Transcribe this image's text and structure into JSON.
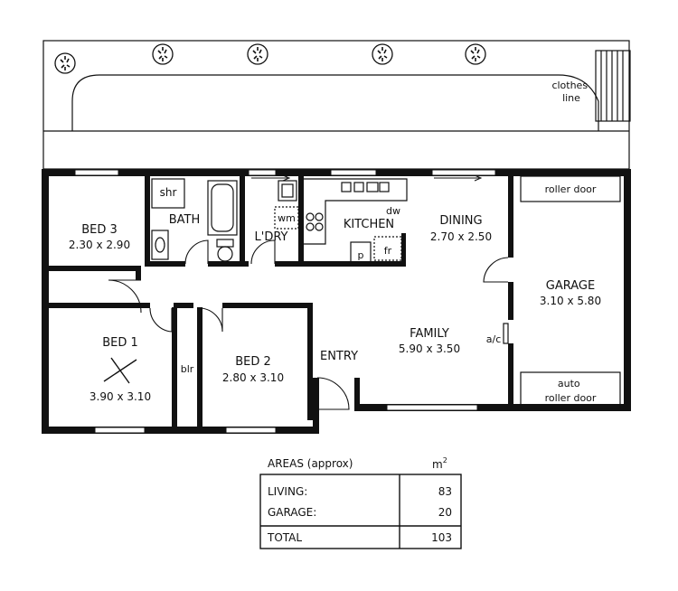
{
  "outdoor": {
    "clothes_line_label": "clothes\nline"
  },
  "rooms": {
    "bed3": {
      "name": "BED 3",
      "size": "2.30 x 2.90"
    },
    "bath": {
      "name": "BATH",
      "shower": "shr"
    },
    "laundry": {
      "name": "L'DRY",
      "washing_machine": "wm"
    },
    "kitchen": {
      "name": "KITCHEN",
      "dishwasher": "dw",
      "pantry": "p",
      "fridge": "fr"
    },
    "dining": {
      "name": "DINING",
      "size": "2.70 x 2.50"
    },
    "garage": {
      "name": "GARAGE",
      "size": "3.10 x 5.80",
      "top_door": "roller door",
      "bottom_door": "auto\nroller door"
    },
    "family": {
      "name": "FAMILY",
      "size": "5.90 x 3.50",
      "ac": "a/c"
    },
    "entry": {
      "name": "ENTRY"
    },
    "bed1": {
      "name": "BED 1",
      "size": "3.90 x 3.10"
    },
    "linen": {
      "name": "blr"
    },
    "bed2": {
      "name": "BED 2",
      "size": "2.80 x 3.10"
    }
  },
  "areas": {
    "title": "AREAS (approx)",
    "unit": "m",
    "unit_superscript": "2",
    "rows": [
      {
        "label": "LIVING:",
        "value": "83"
      },
      {
        "label": "GARAGE:",
        "value": "20"
      }
    ],
    "total": {
      "label": "TOTAL",
      "value": "103"
    }
  }
}
